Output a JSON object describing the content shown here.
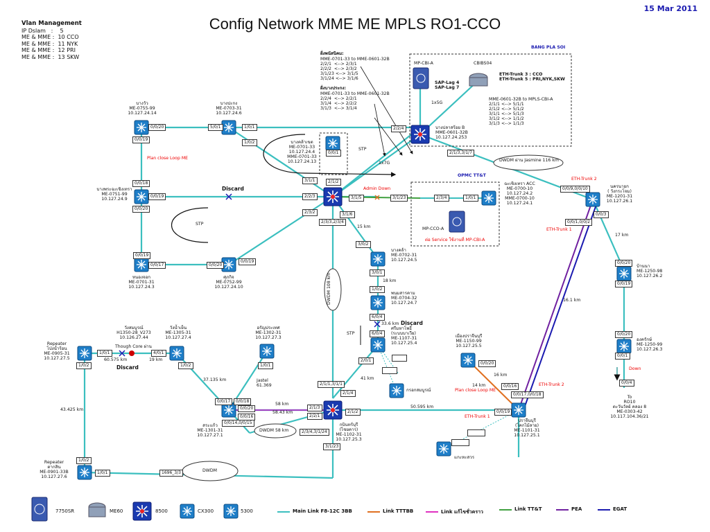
{
  "date": "15 Mar 2011",
  "title": "Config Network MME ME MPLS RO1-CCO",
  "vlan": {
    "heading": "Vlan Management",
    "lines": [
      "IP Dslam   :    5",
      "ME & MME :  10 CCO",
      "ME & MME :  11 NYK",
      "ME & MME :  12 PRI",
      "ME & MME :  13 SKW"
    ]
  },
  "bang_pla_soi": "BANG PLA SOI",
  "opmc": "OPMC TT&T",
  "notes": {
    "sub1_title": "ฝั่งพนัสนิคม:",
    "sub1": "MME-0701-33 to MME-0601-32B\n2/2/1  <--> 2/3/1\n2/2/2  <--> 2/3/2\n3/1/23 <--> 3/1/5\n3/1/24 <--> 3/1/6",
    "sub2_title": "ฝั่งบางประกง:",
    "sub2": "MME-0701-33 to MME-0601-32B\n2/2/4  <--> 2/2/1\n3/1/4  <--> 2/2/2\n3/1/3  <--> 3/1/4",
    "cbi": "MME-0601-32B to MPLS-CBI-A\n2/1/1 <--> 5/1/1\n2/1/2 <--> 5/1/2\n3/1/1 <--> 5/1/3\n3/1/2 <--> 1/1/2\n3/1/3 <--> 1/1/3",
    "eth_trunk": "ETH-Trunk 3 : CCO\nETH-Trunk 5 : PRI,NYK,SKW",
    "sap_lag": "SAP-Lag 4\nSAP-Lag 7",
    "mp_cbi": "MP-CBI-A",
    "cbibs": "CBIBS04",
    "one_x_5g": "1x5G",
    "one_x_7g": "1x7G",
    "dwdm_jasmine": "DWDM ผ่าน Jasmine 116 km",
    "eth_trunk2_a": "ETH-Trunk 2",
    "eth_trunk1_a": "ETH-Trunk 1",
    "eth_trunk2_b": "ETH-Trunk 2",
    "eth_trunk1_b": "ETH-Trunk 1",
    "plan_close1": "Plan close Loop ME",
    "plan_close2": "Plan close Loop ME",
    "discard1": "Discard",
    "discard2": "Discard",
    "discard3": "Discard",
    "admin_down": "Admin Down",
    "mpcco": "MP-CCO-A",
    "mpcco_note": "ต่อ Service ใช้งานที่ MP-CBI-A",
    "stp1": "STP",
    "stp2": "STP",
    "stp3": "STP",
    "dwdm108": "DWDM 108 km",
    "dwdm58": "DWDM 58 km",
    "dwdm_bottom": "DWDM",
    "km15": "15 km",
    "km18": "18 km",
    "km17": "17 km",
    "km161": "16.1 km",
    "km336": "33.6 km",
    "km41": "41 km",
    "km16": "16 km",
    "km14": "14 km",
    "km58": "58 km",
    "km5843": "58.43 km",
    "km50595": "50.595 km",
    "km37135": "37.135 km",
    "km43425": "43.425 km",
    "km6057": "60.575 km",
    "km19": "19 km",
    "down": "Down",
    "though_core": "Though Core ผ่าน",
    "jastel": "Jastel\n61.369",
    "kroksampun": "กรอกสมบูรณ์",
    "gaengsawat": "แกะหะสวร"
  },
  "nodes": {
    "bangwua": "บางวัว\nME-0755-99\n10.127.24.14",
    "bangpakong": "บางปะกง\nME-0703-31\n10.127.24.6",
    "bangplasoi": "บางปลาสร้อย B\nMME-0601-32B\n10.127.24.253",
    "bangkhla_upper": "บางคล้าเขต\nME-0701-33\n10.127.24.4\nMME-0701-33\n10.127.24.13",
    "bangphrasao": "บางพระฉะเชิงเทรา\nME-0751-99\n10.127.24.9",
    "chachoeng_acc": "ฉะเชิงเทรา ACC\nME-0700-10\n10.127.24.2\nMME-0700-10\n10.127.24.1",
    "nakornayok": "นครนายก\n( วังกระโจม)\nME-1201-31\n10.127.26.1",
    "nongchok": "หนองจอก\nME-0701-31\n10.127.24.3",
    "sukit": "ศุภกิจ\nME-0752-99\n10.127.24.10",
    "bangkhla": "บางคล้า\nME-0702-31\n10.127.24.5",
    "phanomsarakham": "พนมสารคาม\nME-0704-32\n10.127.24.7",
    "baannaa": "บ้านนา\nME-1250-98\n10.127.26.2",
    "ongkharak": "องครักษ์\nME-1250-99\n10.127.26.3",
    "srimahaphot": "ศรีมหาโพธิ์\n(ระบบบาเวีย)\nME-1107-31\n10.127.25.4",
    "wangsomboon": "วังสมบูรณ์\nH1350-28_V273\n10.126.27.44",
    "wangnamyen": "วังน้ำเย็น\nME-1305-31\n10.127.27.4",
    "aranyaprathet": "อรัญประเทศ\nME-1302-31\n10.127.27.3",
    "repeater_pongnamron": "Repeater\nโป่งน้ำร้อน\nME-0905-31\n10.127.27.5",
    "muangprachin": "เมืองปราจีนบุรี\nME-1150-99\n10.127.25.5",
    "sakaeo": "สระแก้ว\nME-1301-31\n10.127.27.1",
    "kabinburi": "กบินทร์บุรี\n(ไชยคาร)\nME-1102-31\n10.127.25.3",
    "prachinburi": "ปราจีนบุรี\n(โคกไม้ลาย)\nME-1101-31\n10.127.25.1",
    "to_ro10": "To\nRO10\nตะวันวัลย์ คลอง 8\nME-0303-42\n10.117.104.36/21",
    "repeater_taksin": "Repeater\nตากสิน\nME-0901-33B\n10.127.27.6"
  },
  "ports": {
    "p_0020_a": "0/0/20",
    "p_0019_a": "0/0/19",
    "p_501": "5/0/1",
    "p_101_a": "1/0/1",
    "p_102_a": "1/0/2",
    "p_224": "2/2/4",
    "p_2113": "2/1/3,3/1/7",
    "p_001": "0/0/1",
    "p_311": "3/1/1",
    "p_212": "2/1/2",
    "p_0018": "0/0/18",
    "p_0019_b": "0/0/19",
    "p_0020_b": "0/0/20",
    "p_223": "2/2/3",
    "p_315": "3/1/5",
    "p_3123": "3/1/23",
    "p_234": "2/3/4",
    "p_101_b": "1/0/1",
    "p_232": "2/3/2",
    "p_316": "3/1/6",
    "p_232324": "2/3/3,2/3/4",
    "p_00910": "0/0/9,0/0/10",
    "p_0010012": "0/0/1,0/0/2",
    "p_003": "0/0/3",
    "p_0019_c": "0/0/19",
    "p_0017": "0/0/17",
    "p_0020_c": "0/0/20",
    "p_0019_d": "0/0/19",
    "p_302": "3/0/2",
    "p_301": "3/0/1",
    "p_102_b": "1/0/2",
    "p_604_a": "6/0/4",
    "p_604_b": "6/0/4",
    "p_0020_d": "0/0/20",
    "p_0019_e": "0/0/19",
    "p_0020_e": "0/0/20",
    "p_001_b": "0/0/1",
    "p_004": "0/0/4",
    "p_101_c": "1/0/1",
    "p_102_c": "1/0/2",
    "p_401": "4/0/1",
    "p_102_d": "1/0/2",
    "p_101_d": "1/0/1",
    "p_201": "2/0/1",
    "p_0020_f": "0/0/20",
    "p_211311": "2/1/1,3/1/1",
    "p_214": "2/1/4",
    "p_0017_b": "0/0/17",
    "p_0018_b": "0/0/18",
    "p_0020_g": "0/0/20",
    "p_0016": "0/0/16",
    "p_0014_15": "0/0/14,0/0/15",
    "p_213": "2/1/3",
    "p_221": "2/2/1",
    "p_212_b": "2/1/2",
    "p_2343124": "2/3/4,3/1/24",
    "p_3123_b": "3/1/23",
    "p_0016_b": "0/0/16",
    "p_00170018": "0/0/17,0/0/18",
    "p_0019_f": "0/0/19",
    "p_102_e": "1/0/2",
    "p_101_e": "1/0/1",
    "p_16963": "1696_3/3"
  },
  "legend": {
    "r7750": "7750SR",
    "me60": "ME60",
    "s8500": "8500",
    "cx300": "CX300",
    "s5300": "5300",
    "main_link": "Main Link F8-12C 3BB",
    "link_tttbb": "Link TTTBB",
    "link_cable": "Link แก้ไขชั่วคราว",
    "link_ttt": "Link TT&T",
    "pea": "PEA",
    "egat": "EGAT"
  },
  "colors": {
    "main_link": "#3bbfbf",
    "tttbb": "#e07020",
    "cable": "#e030c0",
    "ttt": "#40a040",
    "pea": "#7020a0",
    "egat": "#1a1ab0",
    "device_blue": "#1e7ec8",
    "device_dark": "#1a2a90"
  }
}
